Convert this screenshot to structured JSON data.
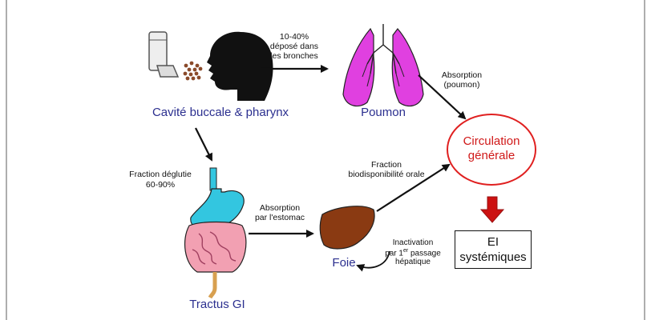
{
  "labels": {
    "mouth": "Cavité buccale & pharynx",
    "lung": "Poumon",
    "gi": "Tractus GI",
    "liver": "Foie",
    "circulation_line1": "Circulation",
    "circulation_line2": "générale",
    "ei_line1": "EI",
    "ei_line2": "systémiques"
  },
  "annotations": {
    "deposit_line1": "10-40%",
    "deposit_line2": "déposé dans",
    "deposit_line3": "les bronches",
    "lung_abs_line1": "Absorption",
    "lung_abs_line2": "(poumon)",
    "swallow_line1": "Fraction déglutie",
    "swallow_line2": "60-90%",
    "stomach_line1": "Absorption",
    "stomach_line2": "par l'estomac",
    "oral_line1": "Fraction",
    "oral_line2": "biodisponibilité orale",
    "inact_line1": "Inactivation",
    "inact_line2_pre": "par 1",
    "inact_line2_sup": "er",
    "inact_line2_post": " passage",
    "inact_line3": "hépatique"
  },
  "colors": {
    "label_blue": "#2b2f8f",
    "lung": "#e040e0",
    "stomach": "#33c6e0",
    "intestine": "#f2a0b2",
    "liver": "#8a3a12",
    "circulation": "#e02020",
    "down_arrow": "#cc1111"
  }
}
